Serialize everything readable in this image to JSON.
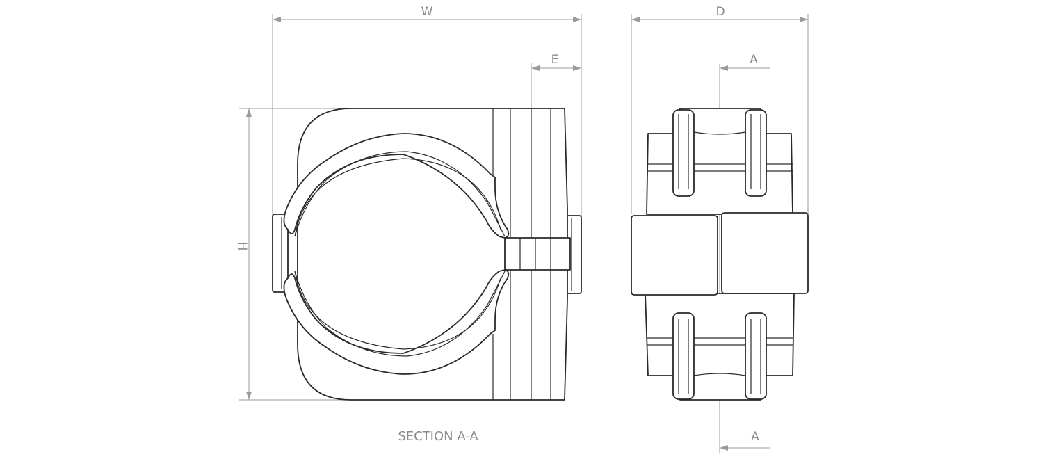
{
  "labels": {
    "width": "W",
    "depth": "D",
    "height": "H",
    "edge": "E",
    "section_top": "A",
    "section_bottom": "A",
    "caption": "SECTION A-A"
  },
  "colors": {
    "line": "#2a2a2a",
    "dimension": "#9a9a9a",
    "text": "#8a8a8a"
  }
}
